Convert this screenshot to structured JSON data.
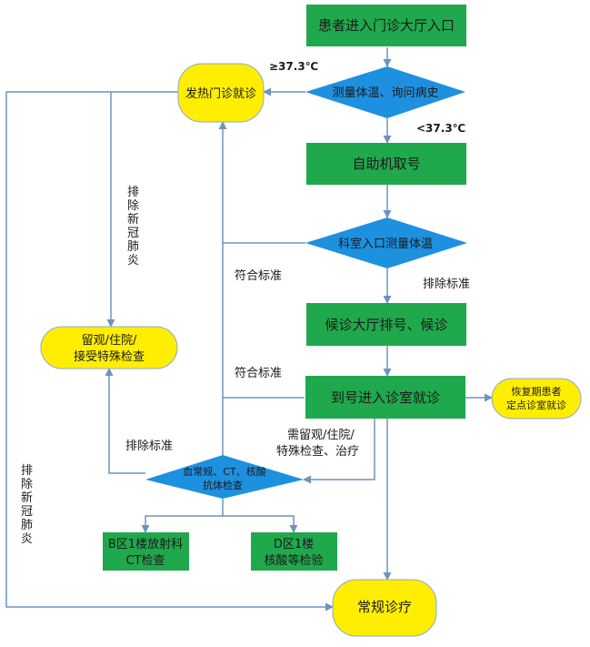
{
  "colors": {
    "process": "#1fa84c",
    "decision": "#1e90e0",
    "terminal": "#ffee00",
    "connector": "#6f93bf"
  },
  "nodes": {
    "entrance": "患者进入门诊大厅入口",
    "measure_temp": "测量体温、询问病史",
    "fever_clinic": "发热门诊就诊",
    "self_service": "自助机取号",
    "dept_temp": "科室入口测量体温",
    "waiting": "候诊大厅排号、候诊",
    "consult": "到号进入诊室就诊",
    "recovery_line1": "恢复期患者",
    "recovery_line2": "定点诊室就诊",
    "observe_line1": "留观/住院/",
    "observe_line2": "接受特殊检查",
    "tests_line1": "血常规、CT、核酸",
    "tests_line2": "抗体检查",
    "zone_b_line1": "B区1楼放射科",
    "zone_b_line2": "CT检查",
    "zone_d_line1": "D区1楼",
    "zone_d_line2": "核酸等检验",
    "routine": "常规诊疗"
  },
  "labels": {
    "high_temp": "≥37.3℃",
    "low_temp": "<37.3℃",
    "exclude_covid_vertical": [
      "排",
      "除",
      "新",
      "冠",
      "肺",
      "炎"
    ],
    "exclude_covid_vertical_2": [
      "排",
      "除",
      "新",
      "冠",
      "肺",
      "炎"
    ],
    "meets_criteria_1": "符合标准",
    "excludes_criteria_1": "排除标准",
    "meets_criteria_2": "符合标准",
    "needs_line1": "需留观/住院/",
    "needs_line2": "特殊检查、治疗",
    "excludes_criteria_2": "排除标准"
  }
}
